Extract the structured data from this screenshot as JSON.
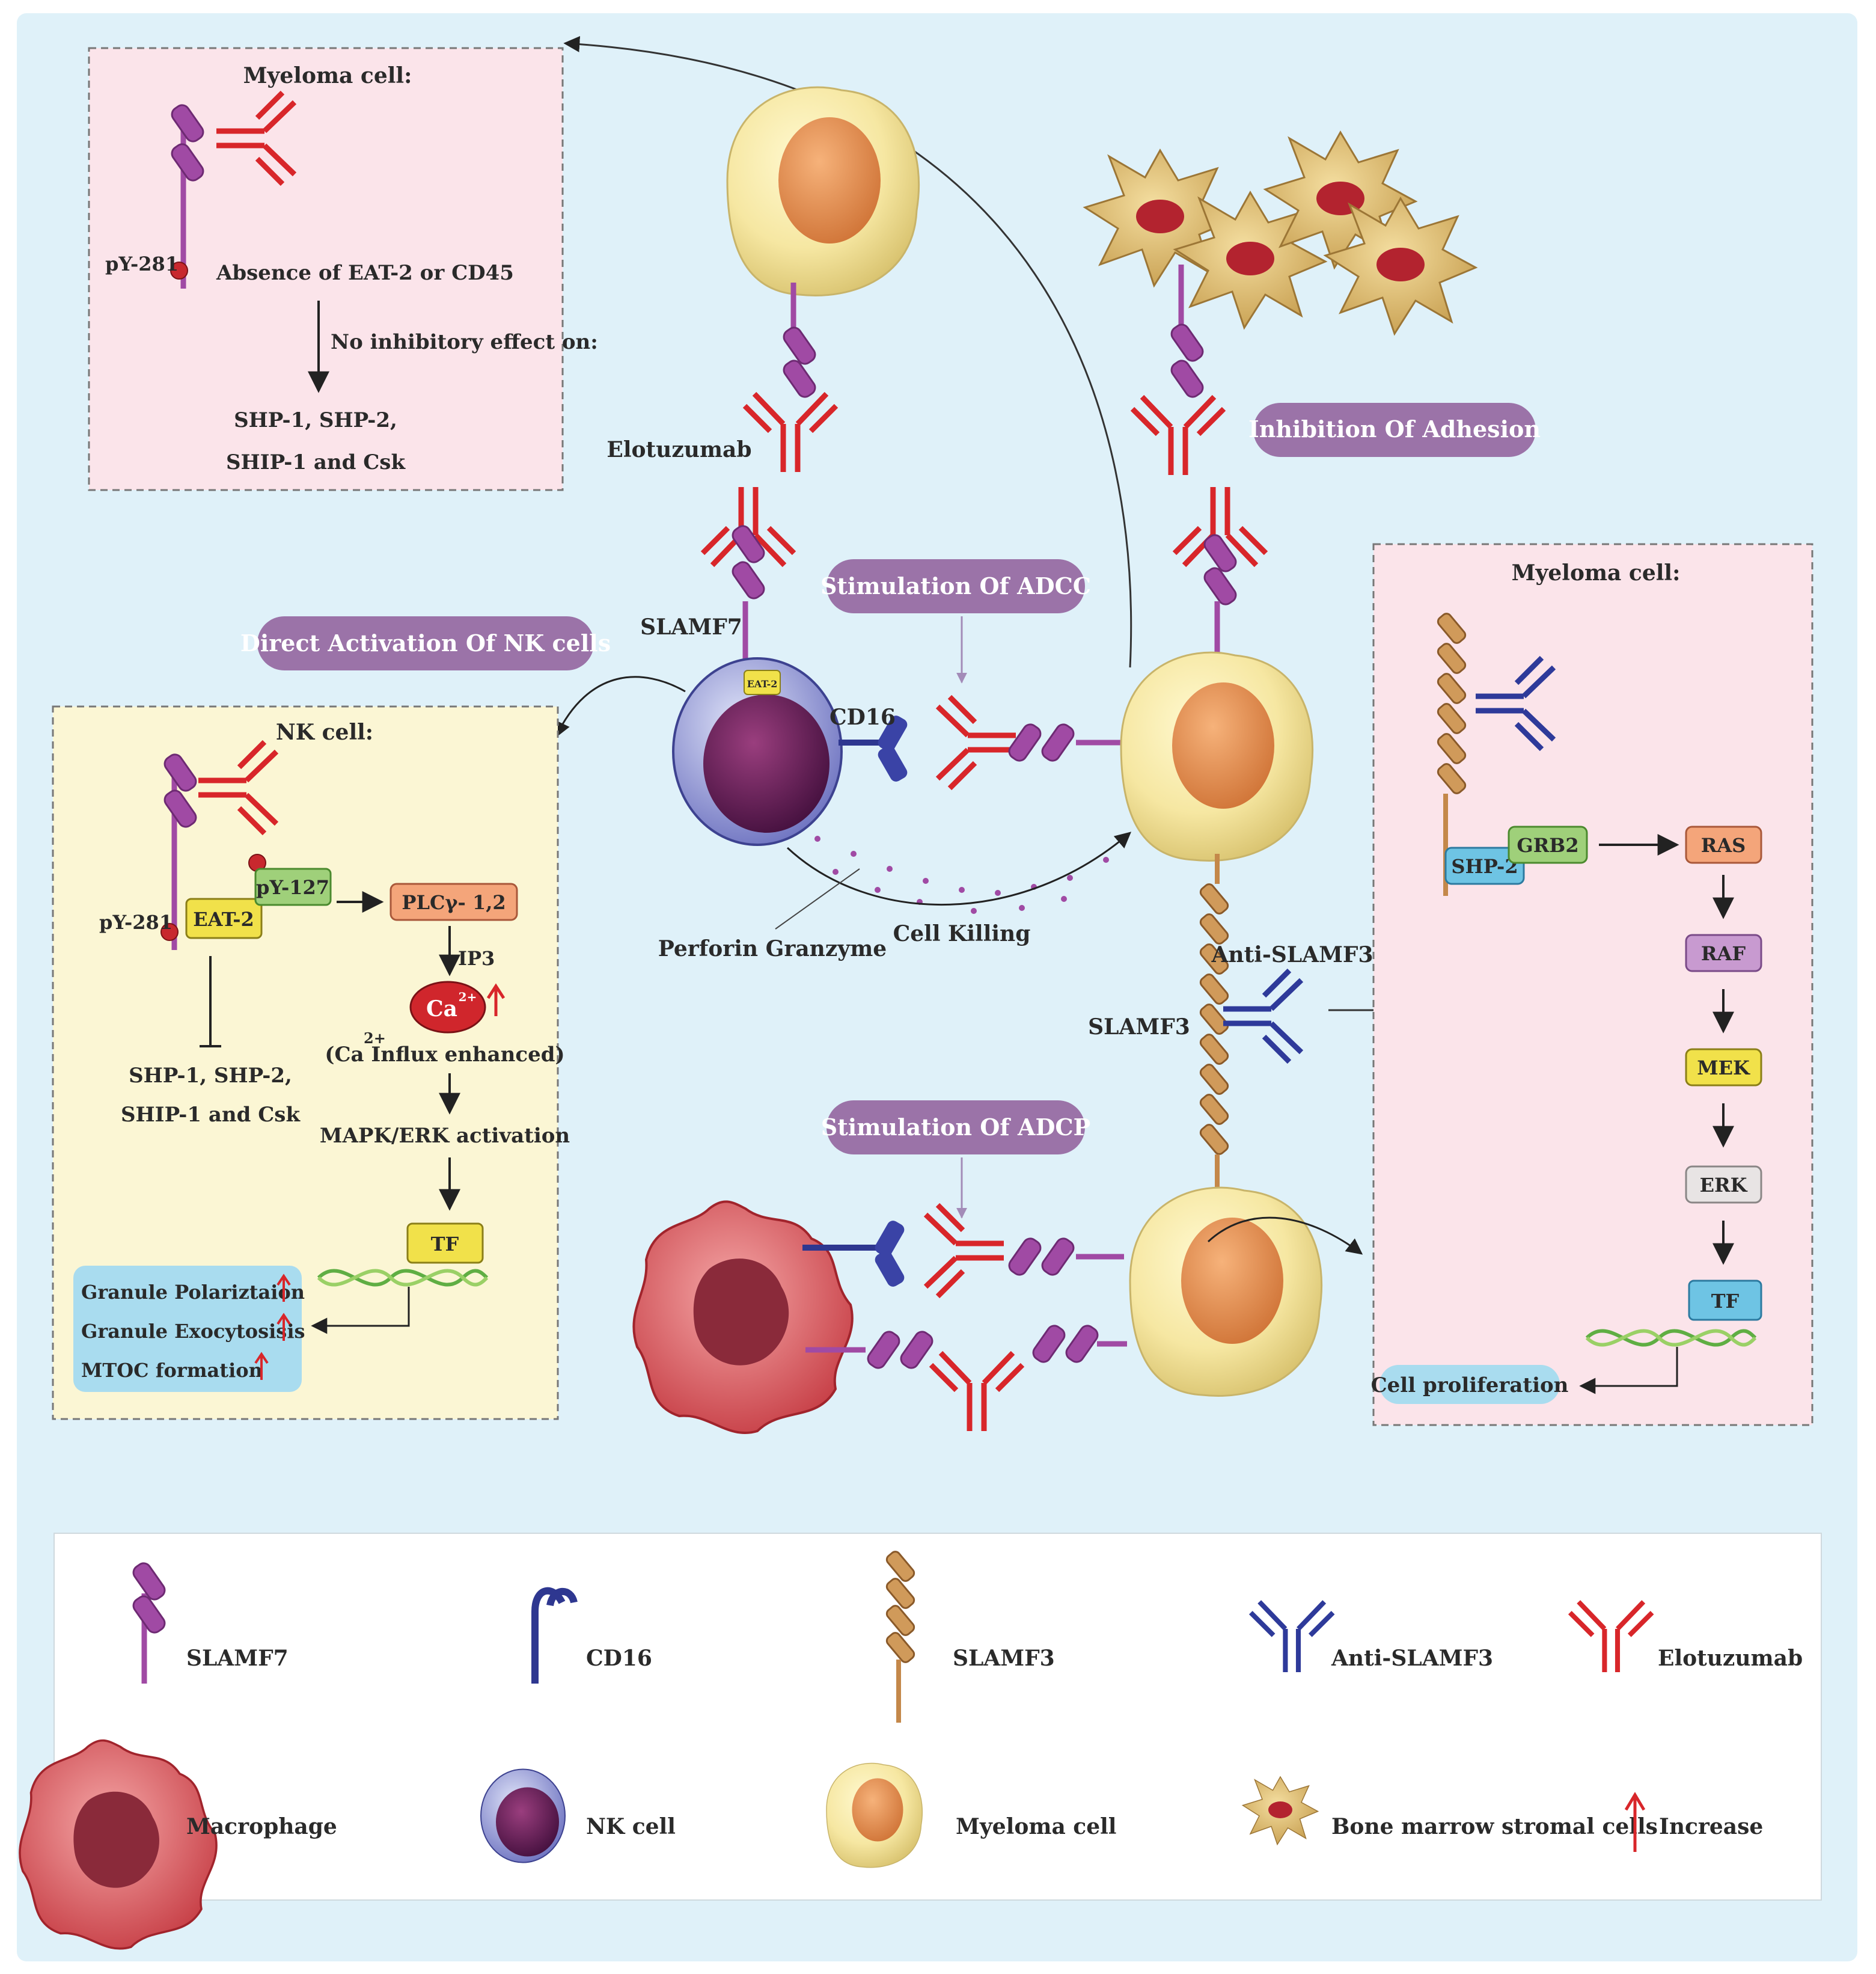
{
  "top_left_panel": {
    "title": "Myeloma cell:",
    "py281": "pY-281",
    "absence": "Absence of EAT-2 or CD45",
    "no_inhibit": "No inhibitory effect on:",
    "targets_1": "SHP-1, SHP-2,",
    "targets_2": "SHIP-1 and Csk"
  },
  "center": {
    "elotuzumab": "Elotuzumab",
    "slamf7": "SLAMF7",
    "eat2_small": "EAT-2",
    "cd16": "CD16",
    "perforin": "Perforin Granzyme",
    "cell_killing": "Cell Killing",
    "anti_slamf3": "Anti-SLAMF3",
    "slamf3": "SLAMF3"
  },
  "pills": {
    "adhesion": "Inhibition Of Adhesion",
    "adcc": "Stimulation Of ADCC",
    "nk_activation": "Direct Activation Of NK cells",
    "adcp": "Stimulation Of ADCP"
  },
  "nk_panel": {
    "title": "NK cell:",
    "py281": "pY-281",
    "eat2": "EAT-2",
    "py127": "pY-127",
    "plc": "PLCγ- 1,2",
    "ip3": "IP3",
    "ca": "Ca",
    "ca_sup": "2+",
    "ca_influx_sup": "2+",
    "ca_influx": "(Ca    Influx enhanced)",
    "mapk": "MAPK/ERK activation",
    "tf": "TF",
    "targets_1": "SHP-1, SHP-2,",
    "targets_2": "SHIP-1 and Csk",
    "out_1": "Granule Polariztaion",
    "out_2": "Granule Exocytosisis",
    "out_3": "MTOC formation"
  },
  "right_panel": {
    "title": "Myeloma cell:",
    "grb2": "GRB2",
    "shp2": "SHP-2",
    "ras": "RAS",
    "raf": "RAF",
    "mek": "MEK",
    "erk": "ERK",
    "tf": "TF",
    "prolif": "Cell proliferation"
  },
  "legend": {
    "slamf7": "SLAMF7",
    "cd16": "CD16",
    "slamf3": "SLAMF3",
    "anti_slamf3": "Anti-SLAMF3",
    "elotuzumab": "Elotuzumab",
    "macrophage": "Macrophage",
    "nk_cell": "NK cell",
    "myeloma_cell": "Myeloma cell",
    "stromal": "Bone marrow stromal cells",
    "increase": "Increase"
  },
  "colors": {
    "background": "#dff1f9",
    "slamf7": "#a04aa4",
    "cd16": "#2e3790",
    "slamf3": "#c4884a",
    "anti_slamf3": "#2e3a9a",
    "elotuzumab": "#d8262a",
    "pill": "#9b73a8",
    "pink_panel": "#fbe4ea",
    "yellow_panel": "#fbf6d4"
  }
}
